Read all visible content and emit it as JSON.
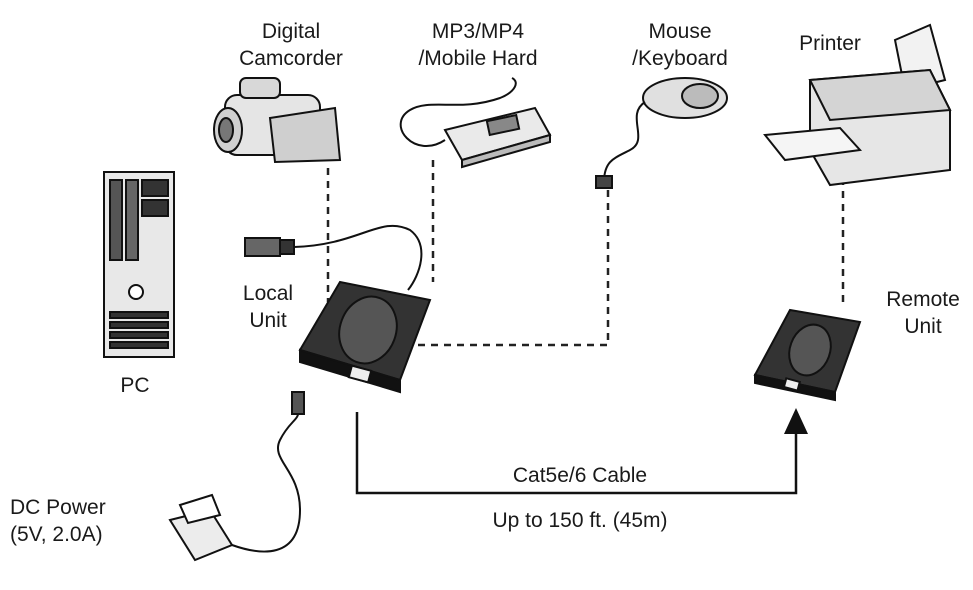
{
  "devices": {
    "camcorder": {
      "line1": "Digital",
      "line2": "Camcorder"
    },
    "mp3": {
      "line1": "MP3/MP4",
      "line2": "/Mobile Hard"
    },
    "mouse": {
      "line1": "Mouse",
      "line2": "/Keyboard"
    },
    "printer": {
      "label": "Printer"
    },
    "pc": {
      "label": "PC"
    },
    "local_unit": {
      "line1": "Local",
      "line2": "Unit"
    },
    "remote_unit": {
      "line1": "Remote",
      "line2": "Unit"
    },
    "dc_power": {
      "line1": "DC Power",
      "line2": "(5V, 2.0A)"
    }
  },
  "cable": {
    "name": "Cat5e/6 Cable",
    "distance": "Up to 150 ft. (45m)"
  }
}
